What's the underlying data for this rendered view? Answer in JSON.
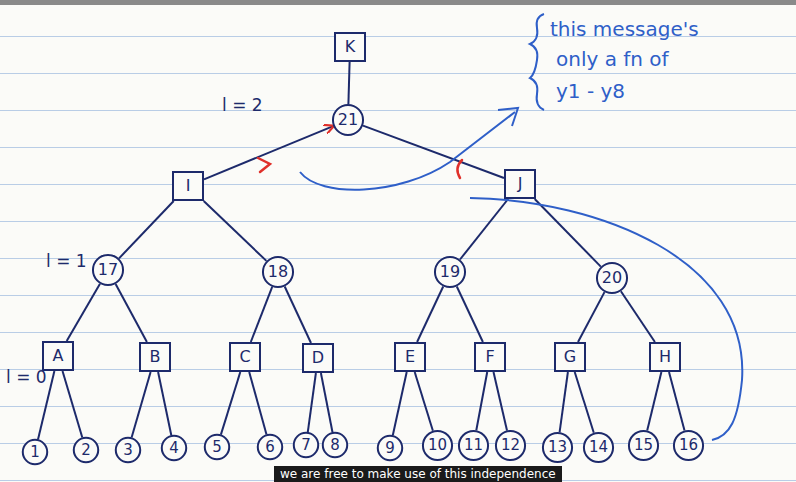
{
  "diagram": {
    "caption": "we are free to make use of this independence",
    "nodes": [
      {
        "text": [
          "K"
        ]
      },
      {
        "text": [
          "21"
        ]
      },
      {
        "text": [
          "I"
        ]
      },
      {
        "text": [
          "J"
        ]
      },
      {
        "text": [
          "17"
        ]
      },
      {
        "text": [
          "18"
        ]
      },
      {
        "text": [
          "19"
        ]
      },
      {
        "text": [
          "20"
        ]
      },
      {
        "text": [
          "A"
        ]
      },
      {
        "text": [
          "B"
        ]
      },
      {
        "text": [
          "C"
        ]
      },
      {
        "text": [
          "D"
        ]
      },
      {
        "text": [
          "E"
        ]
      },
      {
        "text": [
          "F"
        ]
      },
      {
        "text": [
          "G"
        ]
      },
      {
        "text": [
          "H"
        ]
      },
      {
        "text": [
          "1"
        ]
      },
      {
        "text": [
          "2"
        ]
      },
      {
        "text": [
          "3"
        ]
      },
      {
        "text": [
          "4"
        ]
      },
      {
        "text": [
          "5"
        ]
      },
      {
        "text": [
          "6"
        ]
      },
      {
        "text": [
          "7"
        ]
      },
      {
        "text": [
          "8"
        ]
      },
      {
        "text": [
          "9"
        ]
      },
      {
        "text": [
          "10"
        ]
      },
      {
        "text": [
          "11"
        ]
      },
      {
        "text": [
          "12"
        ]
      },
      {
        "text": [
          "13"
        ]
      },
      {
        "text": [
          "14"
        ]
      },
      {
        "text": [
          "15"
        ]
      },
      {
        "text": [
          "16"
        ]
      }
    ],
    "edges": [
      {
        "from": 0,
        "to": 1,
        "arrow": "none"
      },
      {
        "from": 2,
        "to": 1,
        "arrow": "to"
      },
      {
        "from": 1,
        "to": 3,
        "arrow": "none"
      },
      {
        "from": 2,
        "to": 4,
        "arrow": "none"
      },
      {
        "from": 2,
        "to": 5,
        "arrow": "none"
      },
      {
        "from": 3,
        "to": 6,
        "arrow": "none"
      },
      {
        "from": 3,
        "to": 7,
        "arrow": "none"
      },
      {
        "from": 4,
        "to": 8,
        "arrow": "none"
      },
      {
        "from": 4,
        "to": 9,
        "arrow": "none"
      },
      {
        "from": 5,
        "to": 10,
        "arrow": "none"
      },
      {
        "from": 5,
        "to": 11,
        "arrow": "none"
      },
      {
        "from": 6,
        "to": 12,
        "arrow": "none"
      },
      {
        "from": 6,
        "to": 13,
        "arrow": "none"
      },
      {
        "from": 7,
        "to": 14,
        "arrow": "none"
      },
      {
        "from": 7,
        "to": 15,
        "arrow": "none"
      },
      {
        "from": 8,
        "to": 16,
        "arrow": "none"
      },
      {
        "from": 8,
        "to": 17,
        "arrow": "none"
      },
      {
        "from": 9,
        "to": 18,
        "arrow": "none"
      },
      {
        "from": 9,
        "to": 19,
        "arrow": "none"
      },
      {
        "from": 10,
        "to": 20,
        "arrow": "none"
      },
      {
        "from": 10,
        "to": 21,
        "arrow": "none"
      },
      {
        "from": 11,
        "to": 22,
        "arrow": "none"
      },
      {
        "from": 11,
        "to": 23,
        "arrow": "none"
      },
      {
        "from": 12,
        "to": 24,
        "arrow": "none"
      },
      {
        "from": 12,
        "to": 25,
        "arrow": "none"
      },
      {
        "from": 13,
        "to": 26,
        "arrow": "none"
      },
      {
        "from": 13,
        "to": 27,
        "arrow": "none"
      },
      {
        "from": 14,
        "to": 28,
        "arrow": "none"
      },
      {
        "from": 14,
        "to": 29,
        "arrow": "none"
      },
      {
        "from": 15,
        "to": 30,
        "arrow": "none"
      },
      {
        "from": 15,
        "to": 31,
        "arrow": "none"
      }
    ],
    "labels": [
      "l = 2",
      "l = 1",
      "l = 0",
      "this message's",
      "only a fn of",
      "y1 - y8"
    ]
  }
}
